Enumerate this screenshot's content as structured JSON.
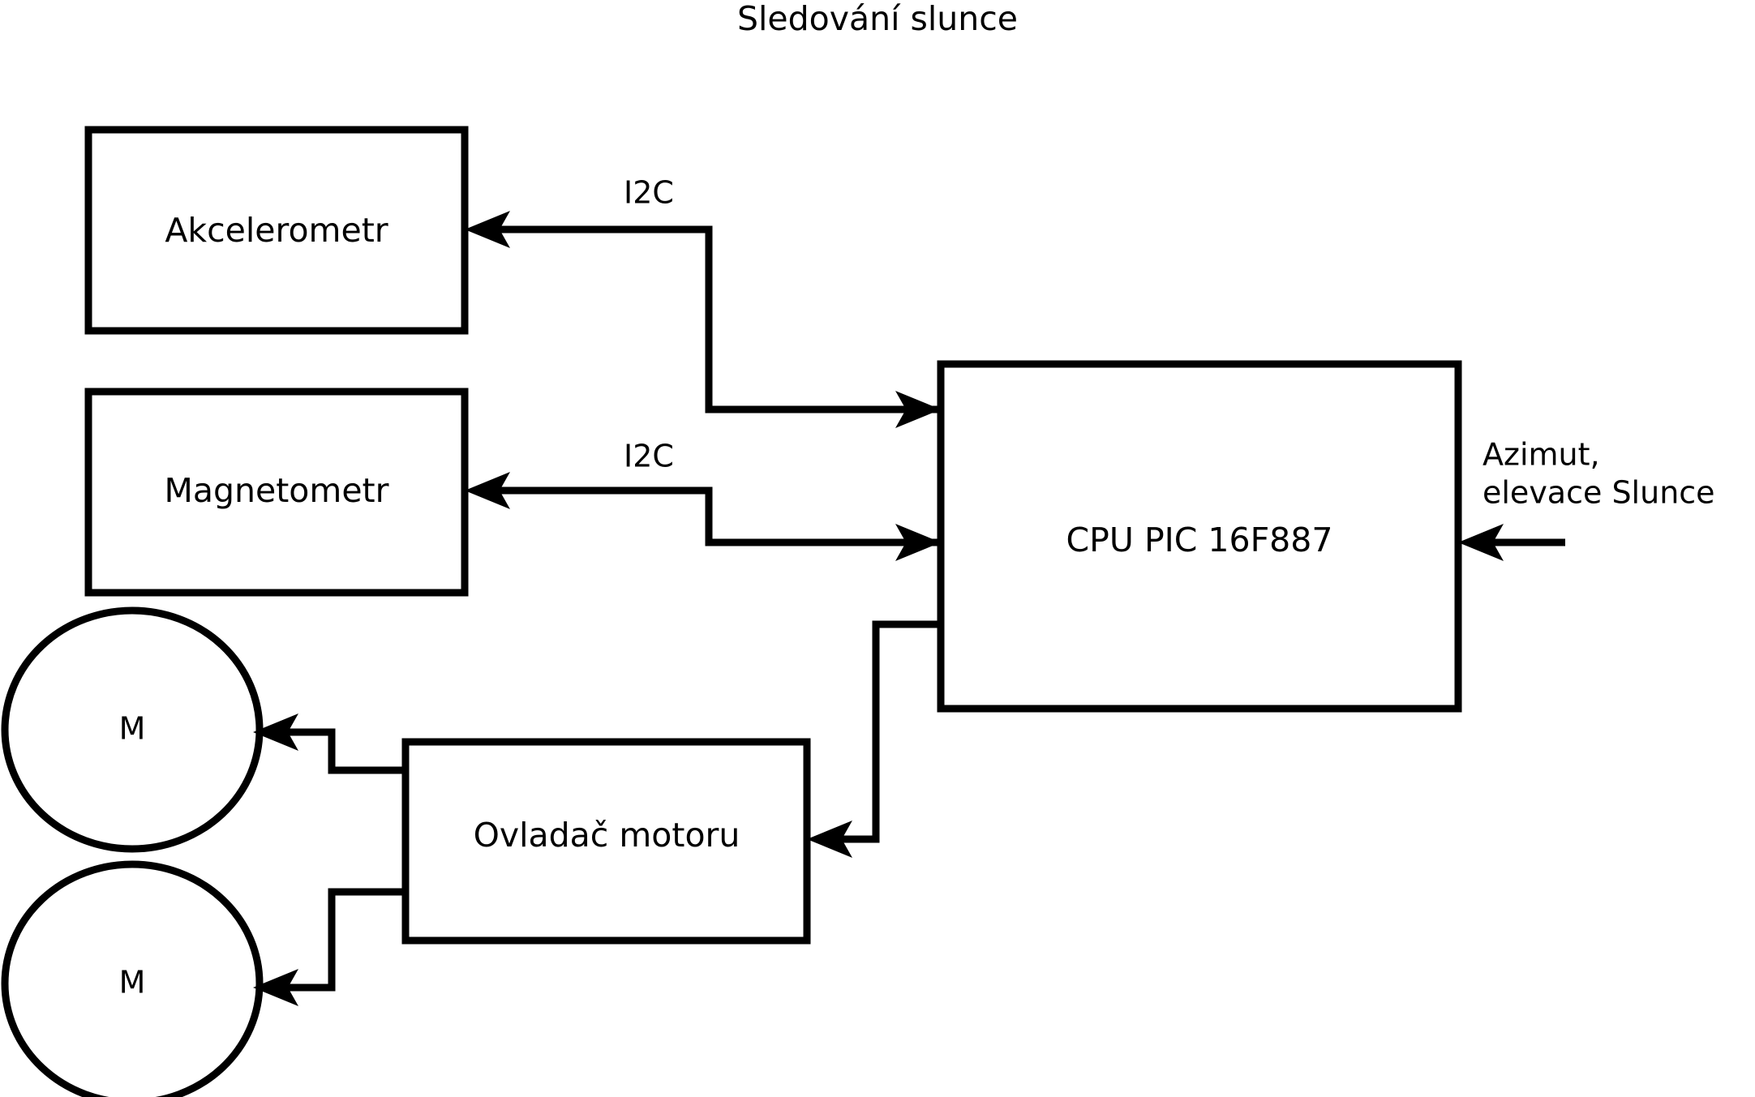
{
  "document": {
    "title": "Sledování slunce",
    "background_color": "#ffffff",
    "line_color": "#000000",
    "text_color": "#000000"
  },
  "diagram": {
    "type": "block-diagram",
    "nodes": [
      {
        "id": "akcelerometr",
        "label": "Akcelerometr",
        "shape": "rectangle"
      },
      {
        "id": "magnetometr",
        "label": "Magnetometr",
        "shape": "rectangle"
      },
      {
        "id": "cpu",
        "label": "CPU PIC 16F887",
        "shape": "rectangle"
      },
      {
        "id": "ovladac",
        "label": "Ovladač motoru",
        "shape": "rectangle"
      },
      {
        "id": "motor1",
        "label": "M",
        "shape": "ellipse"
      },
      {
        "id": "motor2",
        "label": "M",
        "shape": "ellipse"
      }
    ],
    "edge_labels": {
      "i2c_accel": "I2C",
      "i2c_magnet": "I2C",
      "sun_input": "Azimut,\nelevace Slunce",
      "sun_input_line1": "Azimut,",
      "sun_input_line2": "elevace Slunce"
    },
    "edges": [
      {
        "from": "cpu",
        "to": "akcelerometr",
        "label": "I2C",
        "direction": "bidirectional"
      },
      {
        "from": "akcelerometr",
        "to": "cpu",
        "label": "I2C",
        "direction": "bidirectional"
      },
      {
        "from": "cpu",
        "to": "magnetometr",
        "label": "I2C",
        "direction": "bidirectional"
      },
      {
        "from": "magnetometr",
        "to": "cpu",
        "label": "I2C",
        "direction": "bidirectional"
      },
      {
        "from": "external",
        "to": "cpu",
        "label": "Azimut, elevace Slunce",
        "direction": "in"
      },
      {
        "from": "cpu",
        "to": "ovladac",
        "label": "",
        "direction": "out"
      },
      {
        "from": "ovladac",
        "to": "motor1",
        "label": "",
        "direction": "out"
      },
      {
        "from": "ovladac",
        "to": "motor2",
        "label": "",
        "direction": "out"
      }
    ]
  }
}
